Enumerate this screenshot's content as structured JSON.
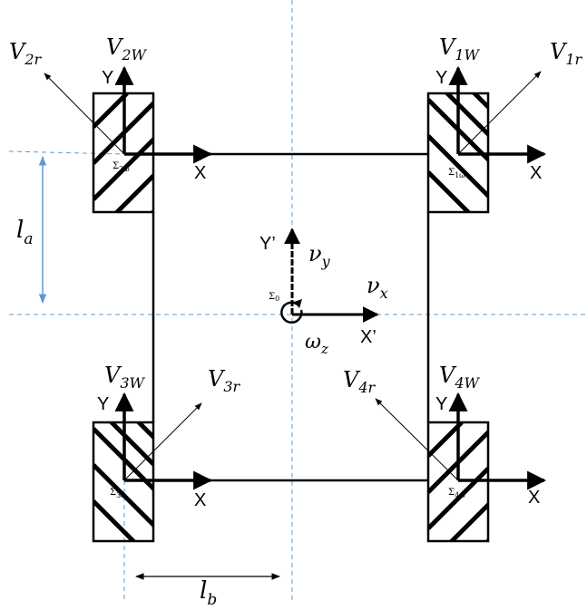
{
  "diagram": {
    "colors": {
      "stroke": "#000000",
      "centerline": "#5b9bd5",
      "dimension": "#5b9bd5",
      "background": "#ffffff"
    },
    "wheels": {
      "w1": {
        "axis_x": "X",
        "axis_y": "Y",
        "frame_symbol": "Σ",
        "frame_sub": "1ω",
        "v_wheel": "V",
        "v_wheel_sub": "1W",
        "v_roller": "V",
        "v_roller_sub": "1r"
      },
      "w2": {
        "axis_x": "X",
        "axis_y": "Y",
        "frame_symbol": "Σ",
        "frame_sub": "2ω",
        "v_wheel": "V",
        "v_wheel_sub": "2W",
        "v_roller": "V",
        "v_roller_sub": "2r"
      },
      "w3": {
        "axis_x": "X",
        "axis_y": "Y",
        "frame_symbol": "Σ",
        "frame_sub": "3ω",
        "v_wheel": "V",
        "v_wheel_sub": "3W",
        "v_roller": "V",
        "v_roller_sub": "3r"
      },
      "w4": {
        "axis_x": "X",
        "axis_y": "Y",
        "frame_symbol": "Σ",
        "frame_sub": "4ω",
        "v_wheel": "V",
        "v_wheel_sub": "4W",
        "v_roller": "V",
        "v_roller_sub": "4r"
      }
    },
    "center": {
      "axis_x": "X’",
      "axis_y": "Y’",
      "frame_symbol": "Σ",
      "frame_sub": "0",
      "vx": "ν",
      "vx_sub": "x",
      "vy": "ν",
      "vy_sub": "y",
      "omega": "ω",
      "omega_sub": "z"
    },
    "dimensions": {
      "la": "l",
      "la_sub": "a",
      "lb": "l",
      "lb_sub": "b"
    }
  }
}
